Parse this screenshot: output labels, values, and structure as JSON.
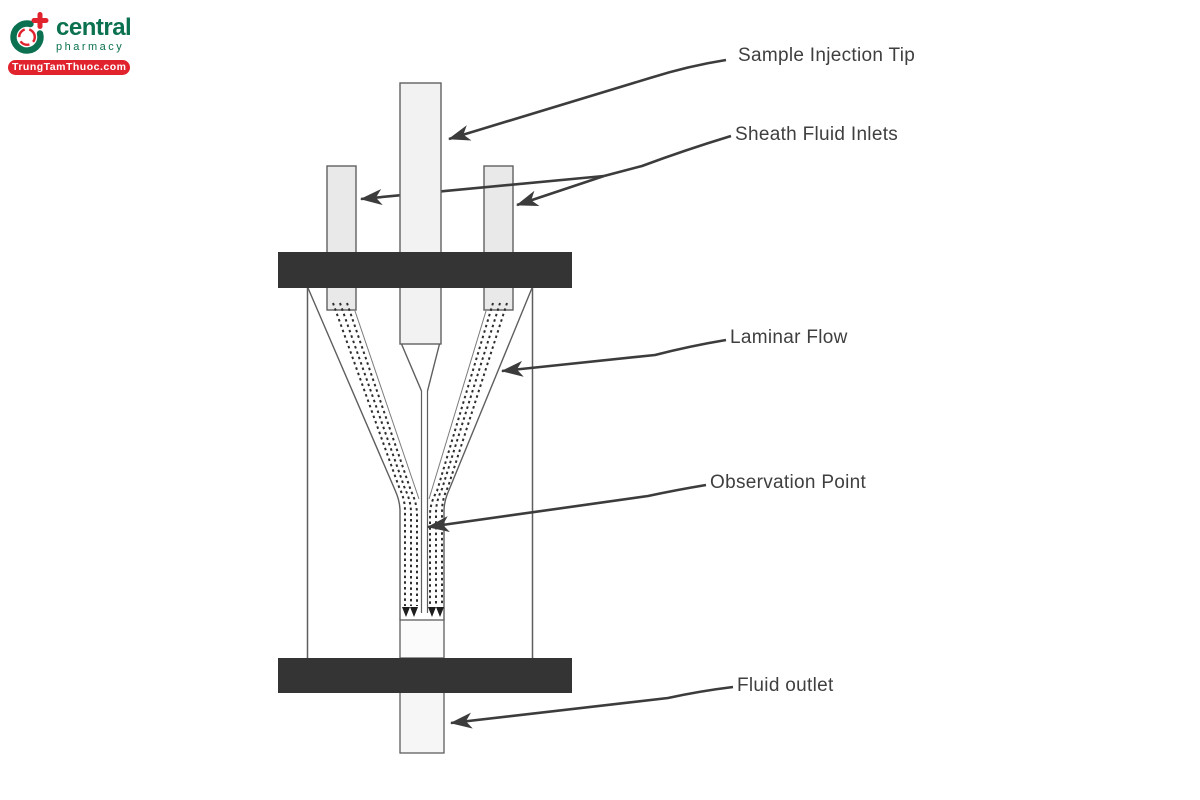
{
  "logo": {
    "brand": "central",
    "sub": "pharmacy",
    "badge": "TrungTamThuoc.com",
    "green": "#0b7150",
    "red": "#e1232e"
  },
  "diagram": {
    "type": "flow-cytometry-flow-cell-schematic",
    "labels": {
      "sample_injection_tip": "Sample Injection Tip",
      "sheath_fluid_inlets": "Sheath Fluid Inlets",
      "laminar_flow": "Laminar Flow",
      "observation_point": "Observation Point",
      "fluid_outlet": "Fluid outlet"
    },
    "colors": {
      "line": "#3c3c3c",
      "bar": "#343434",
      "tube_fill": "#f2f2f2",
      "side_tube_fill": "#e9e9e9",
      "label_text": "#3f3f3f"
    }
  }
}
